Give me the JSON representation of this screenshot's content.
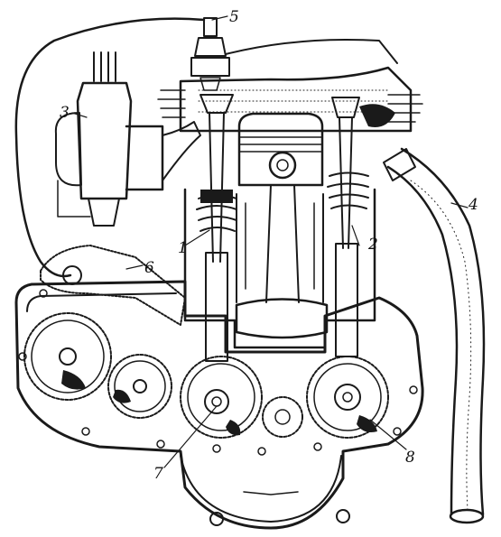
{
  "labels": {
    "1": "1",
    "2": "2",
    "3": "3",
    "4": "4",
    "5": "5",
    "6": "6",
    "7": "7",
    "8": "8"
  },
  "ink_color": "#1a1a1a",
  "background_color": "#ffffff",
  "icons": [
    "spark-plug-icon",
    "carburetor-icon",
    "exhaust-pipe-icon",
    "piston-icon",
    "valve-icon",
    "gear-icon",
    "camshaft-icon",
    "chain-icon"
  ]
}
